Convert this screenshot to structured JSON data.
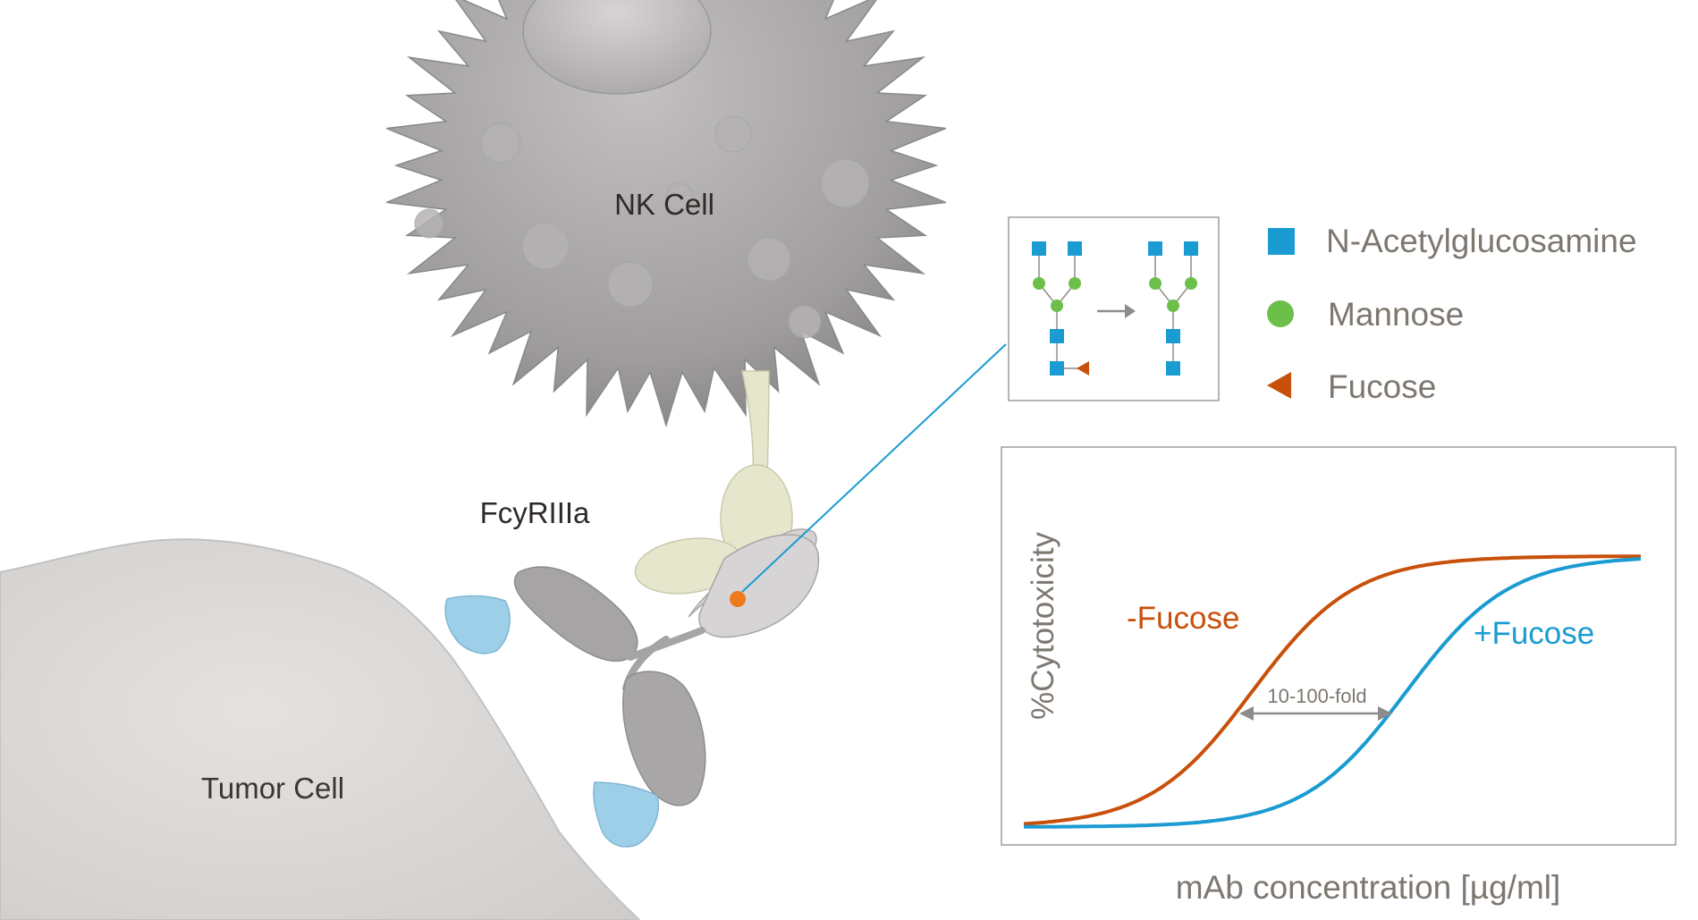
{
  "cells": {
    "nk_label": "NK Cell",
    "receptor_label": "FcyRIIIa",
    "tumor_label": "Tumor Cell"
  },
  "legend": {
    "items": [
      {
        "label": "N-Acetylglucosamine",
        "symbol": "square",
        "color": "#1a9bd1"
      },
      {
        "label": "Mannose",
        "symbol": "circle",
        "color": "#6cc04a"
      },
      {
        "label": "Fucose",
        "symbol": "triangle",
        "color": "#c8500a"
      }
    ]
  },
  "colors": {
    "glcnac": "#1a9bd1",
    "mannose": "#6cc04a",
    "fucose": "#c8500a",
    "minus_fucose_curve": "#c8500a",
    "plus_fucose_curve": "#1a9bd1",
    "text_gray": "#7d7770",
    "nk_cell": "#9c9a9a",
    "tumor_cell": "#dcdad8",
    "receptor": "#e6e6cc",
    "antigen": "#9ecfe8"
  },
  "chart_data": {
    "type": "line",
    "title": "",
    "xlabel": "mAb concentration [µg/ml]",
    "ylabel": "%Cytotoxicity",
    "annotation": "10-100-fold",
    "series": [
      {
        "name": "-Fucose",
        "color": "#c8500a",
        "shape": "sigmoid",
        "midpoint": 0.37
      },
      {
        "name": "+Fucose",
        "color": "#1a9bd1",
        "shape": "sigmoid",
        "midpoint": 0.62
      }
    ]
  }
}
